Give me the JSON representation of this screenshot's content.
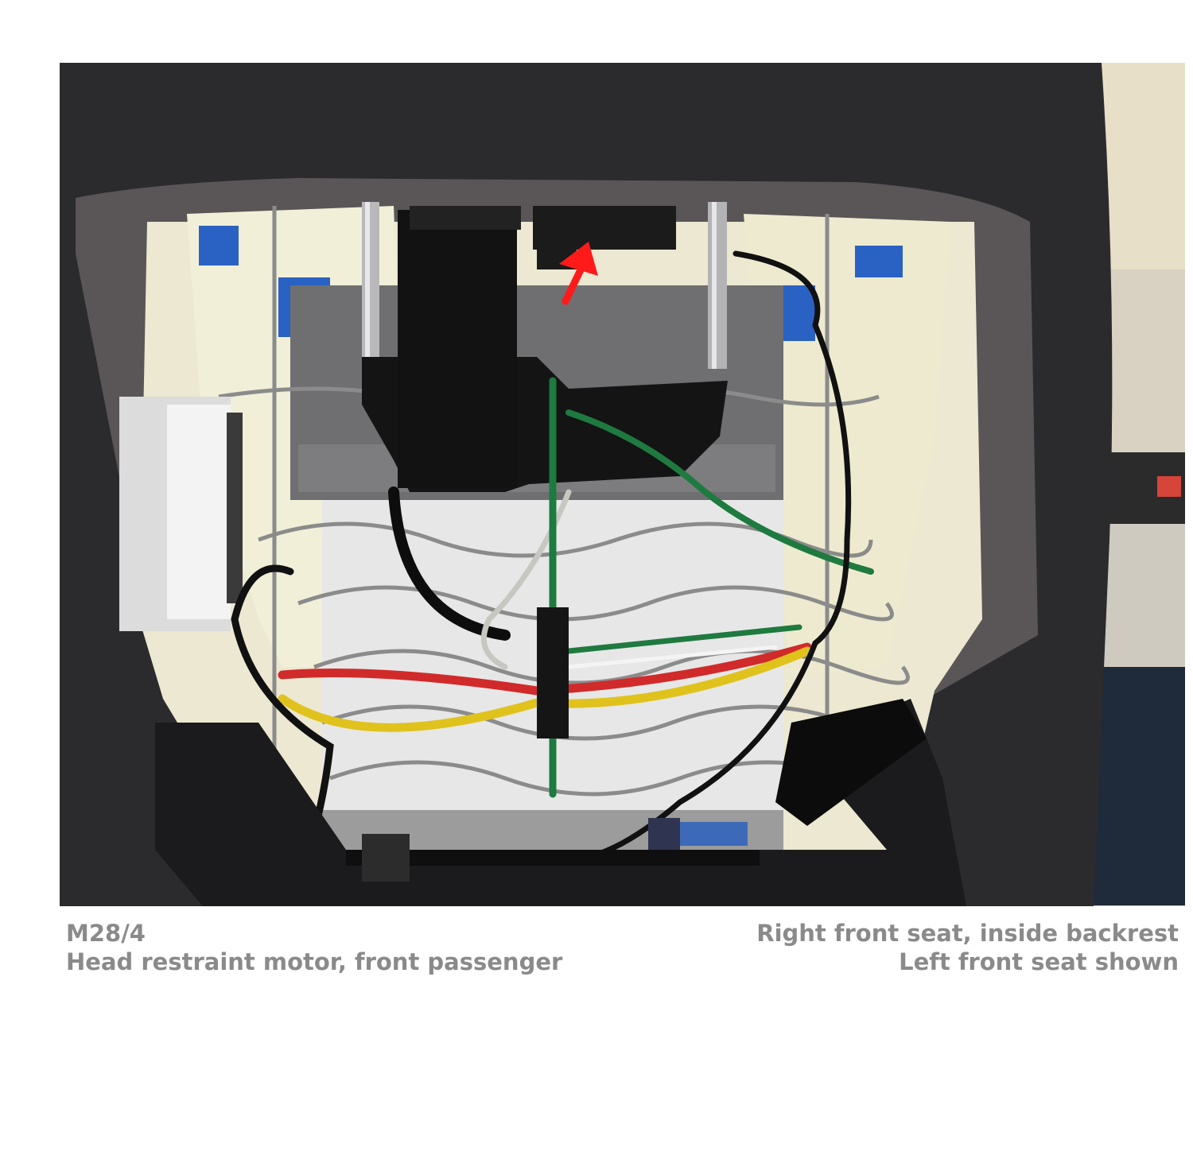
{
  "figure": {
    "photo_subject": "Inside of front seat backrest with head restraint motor, wiring harness and frame visible",
    "pointer_color": "#ff0000"
  },
  "caption": {
    "component_code": "M28/4",
    "component_name": "Head restraint motor, front passenger",
    "location": "Right front seat, inside backrest",
    "note": "Left front seat shown"
  }
}
